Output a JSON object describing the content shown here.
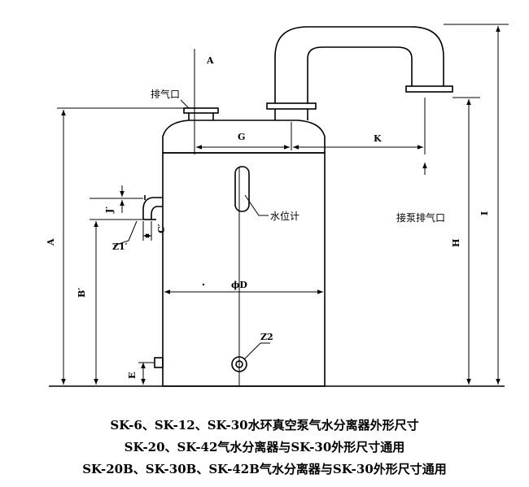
{
  "labels": {
    "A": "A",
    "G": "G",
    "K": "K",
    "I": "I",
    "H": "H",
    "A_left": "A",
    "B_prime": "B′",
    "C_prime": "C′",
    "J_prime": "J′",
    "Z1_prime": "Z1′",
    "E": "E",
    "Z2": "Z2",
    "phi_D": "ϕD",
    "exhaust_port": "排气口",
    "water_level_gauge": "水位计",
    "pump_exhaust_inlet": "接泵排气口"
  },
  "caption": {
    "line1": "SK-6、SK-12、SK-30水环真空泵气水分离器外形尺寸",
    "line2": "SK-20、SK-42气水分离器与SK-30外形尺寸通用",
    "line3": "SK-20B、SK-30B、SK-42B气水分离器与SK-30外形尺寸通用"
  }
}
